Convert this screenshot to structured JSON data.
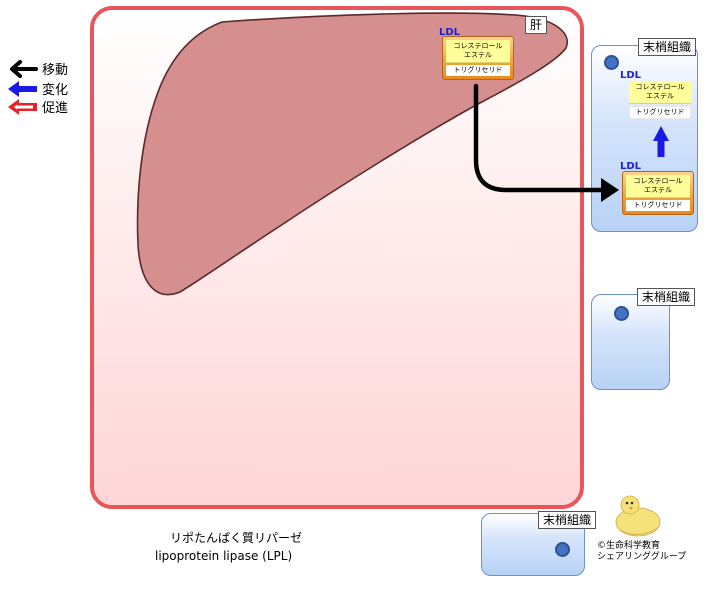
{
  "legend": {
    "items": [
      {
        "label": "移動",
        "color": "#000000"
      },
      {
        "label": "変化",
        "color": "#1a1ae6"
      },
      {
        "label": "促進",
        "color": "#e8202a"
      }
    ]
  },
  "liver": {
    "label": "肝"
  },
  "ldl": {
    "label": "LDL",
    "cholesteryl_ester": "コレステロール\nエステル",
    "triglyceride": "トリグリセリド"
  },
  "tissues": [
    {
      "label": "末梢組織"
    },
    {
      "label": "末梢組織"
    },
    {
      "label": "末梢組織"
    }
  ],
  "caption": {
    "line1": "リポたんぱく質リパーゼ",
    "line2": "lipoprotein lipase (LPL)"
  },
  "credit": {
    "line1": "©生命科学教育",
    "line2": "シェアリンググループ"
  },
  "colors": {
    "liver_border": "#e8565b",
    "liver_shape": "#d58f8f",
    "tissue_fill": "#b8d2f6",
    "ldl_orange": "#f2a33a",
    "arrow_move": "#000000",
    "arrow_change": "#1a1ae6"
  }
}
